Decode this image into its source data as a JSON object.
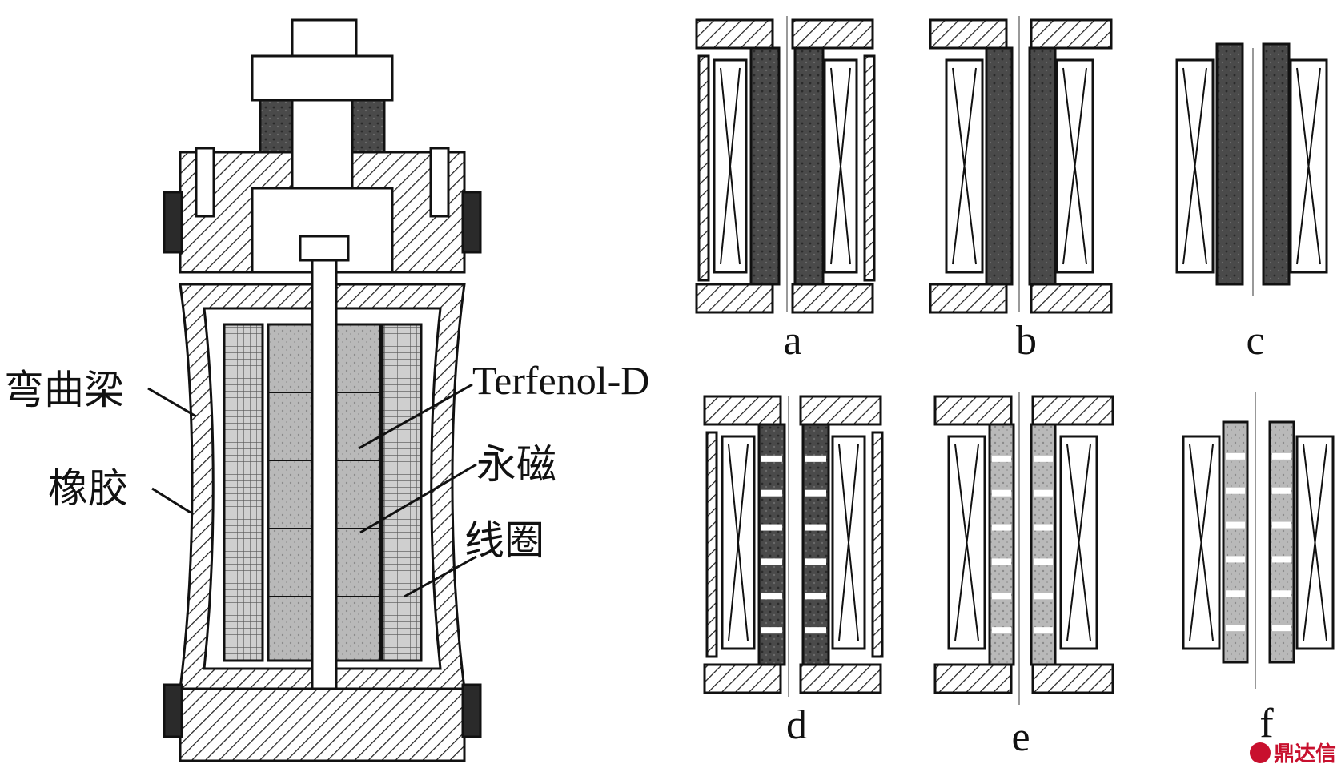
{
  "labels": {
    "bending_beam": "弯曲梁",
    "rubber": "橡胶",
    "terfenol": "Terfenol-D",
    "permanent_magnet": "永磁",
    "coil": "线圈"
  },
  "panels": [
    "a",
    "b",
    "c",
    "d",
    "e",
    "f"
  ],
  "watermark": "鼎达信",
  "colors": {
    "line": "#111111",
    "dark_fill": "#3a3a3a",
    "mid_fill": "#8a8a8a",
    "light_fill": "#d8d8d8"
  }
}
